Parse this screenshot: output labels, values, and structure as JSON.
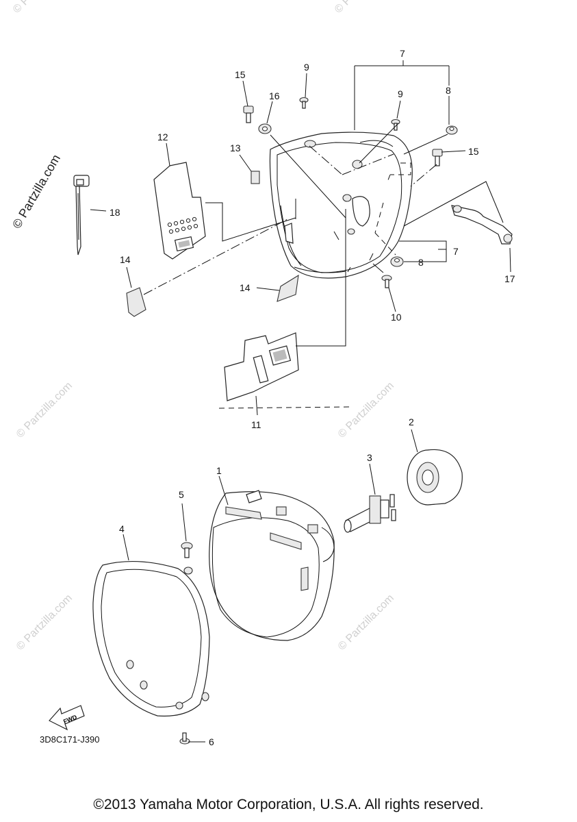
{
  "watermark": {
    "vertical_text": "© Partzilla.com",
    "tile_text": "© Partzilla.com"
  },
  "callouts": [
    {
      "id": "c1",
      "label": "1"
    },
    {
      "id": "c2",
      "label": "2"
    },
    {
      "id": "c3",
      "label": "3"
    },
    {
      "id": "c4",
      "label": "4"
    },
    {
      "id": "c5",
      "label": "5"
    },
    {
      "id": "c6",
      "label": "6"
    },
    {
      "id": "c7a",
      "label": "7"
    },
    {
      "id": "c7b",
      "label": "7"
    },
    {
      "id": "c8a",
      "label": "8"
    },
    {
      "id": "c8b",
      "label": "8"
    },
    {
      "id": "c9a",
      "label": "9"
    },
    {
      "id": "c9b",
      "label": "9"
    },
    {
      "id": "c10",
      "label": "10"
    },
    {
      "id": "c11",
      "label": "11"
    },
    {
      "id": "c12",
      "label": "12"
    },
    {
      "id": "c13",
      "label": "13"
    },
    {
      "id": "c14a",
      "label": "14"
    },
    {
      "id": "c14b",
      "label": "14"
    },
    {
      "id": "c15a",
      "label": "15"
    },
    {
      "id": "c15b",
      "label": "15"
    },
    {
      "id": "c16",
      "label": "16"
    },
    {
      "id": "c17",
      "label": "17"
    },
    {
      "id": "c18",
      "label": "18"
    }
  ],
  "fwd_label": "FWD",
  "diagram_code": "3D8C171-J390",
  "copyright": "©2013 Yamaha Motor Corporation, U.S.A. All rights reserved."
}
